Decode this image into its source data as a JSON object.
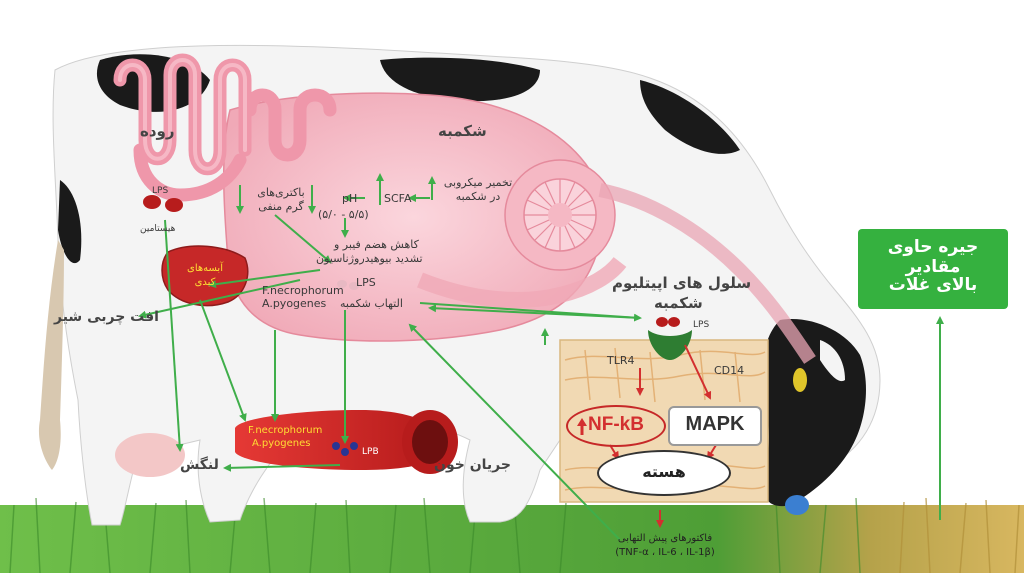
{
  "labels": {
    "intestine": "روده",
    "rumen": "شکمبه",
    "lps_intestine": "LPS",
    "histamine": "هیستامین",
    "gram_negative": "باکتری‌های گرم منفی",
    "ph_line1": "pH",
    "ph_line2": "(۵/۵ - ۵/۰)",
    "scfa": "SCFA",
    "microbial_fermentation": "تخمیر میکروبی در شکمبه",
    "fiber_digestion_line1": "کاهش هضم فیبر و",
    "fiber_digestion_line2": "تشدید بیوهیدروژناسیون",
    "lps_rumen": "LPS",
    "fnecrophorum_rumen": "F.necrophorum",
    "apyogenes_rumen": "A.pyogenes",
    "rumenitis": "التهاب شکمبه",
    "epithelium_line1": "سلول های اپیتلیوم",
    "epithelium_line2": "شکمبه",
    "lps_epithelium": "LPS",
    "liver_abscess_line1": "آبسه‌های",
    "liver_abscess_line2": "کبدی",
    "milk_fat": "افت چربی شیر",
    "tlr4": "TLR4",
    "cd14": "CD14",
    "nfkb": "NF-kB",
    "mapk": "MAPK",
    "nucleus": "هسته",
    "fnecrophorum_blood": "F.necrophorum",
    "apyogenes_blood": "A.pyogenes",
    "lpb": "LPB",
    "bloodstream": "جریان خون",
    "lameness": "لنگش",
    "proinflammatory_line1": "فاکتورهای پیش التهابی",
    "proinflammatory_line2": "(TNF-α ، IL-6 ، IL-1β)",
    "diet_line1": "جیره حاوی مقادیر",
    "diet_line2": "بالای غلات"
  },
  "colors": {
    "arrow_green": "#3fae4a",
    "arrow_red": "#d32f2f",
    "diet_box": "#35b13f",
    "intestine": "#f2a6b4",
    "rumen": "#f7c4cf",
    "blood_vessel": "#d32f2f",
    "liver": "#c62828",
    "grass": "#4caf50",
    "grain": "#c9a54a"
  },
  "icons": {
    "lps_molecule": "lps-molecule-icon",
    "up_arrow": "up-arrow-icon",
    "down_arrow": "down-arrow-icon"
  }
}
